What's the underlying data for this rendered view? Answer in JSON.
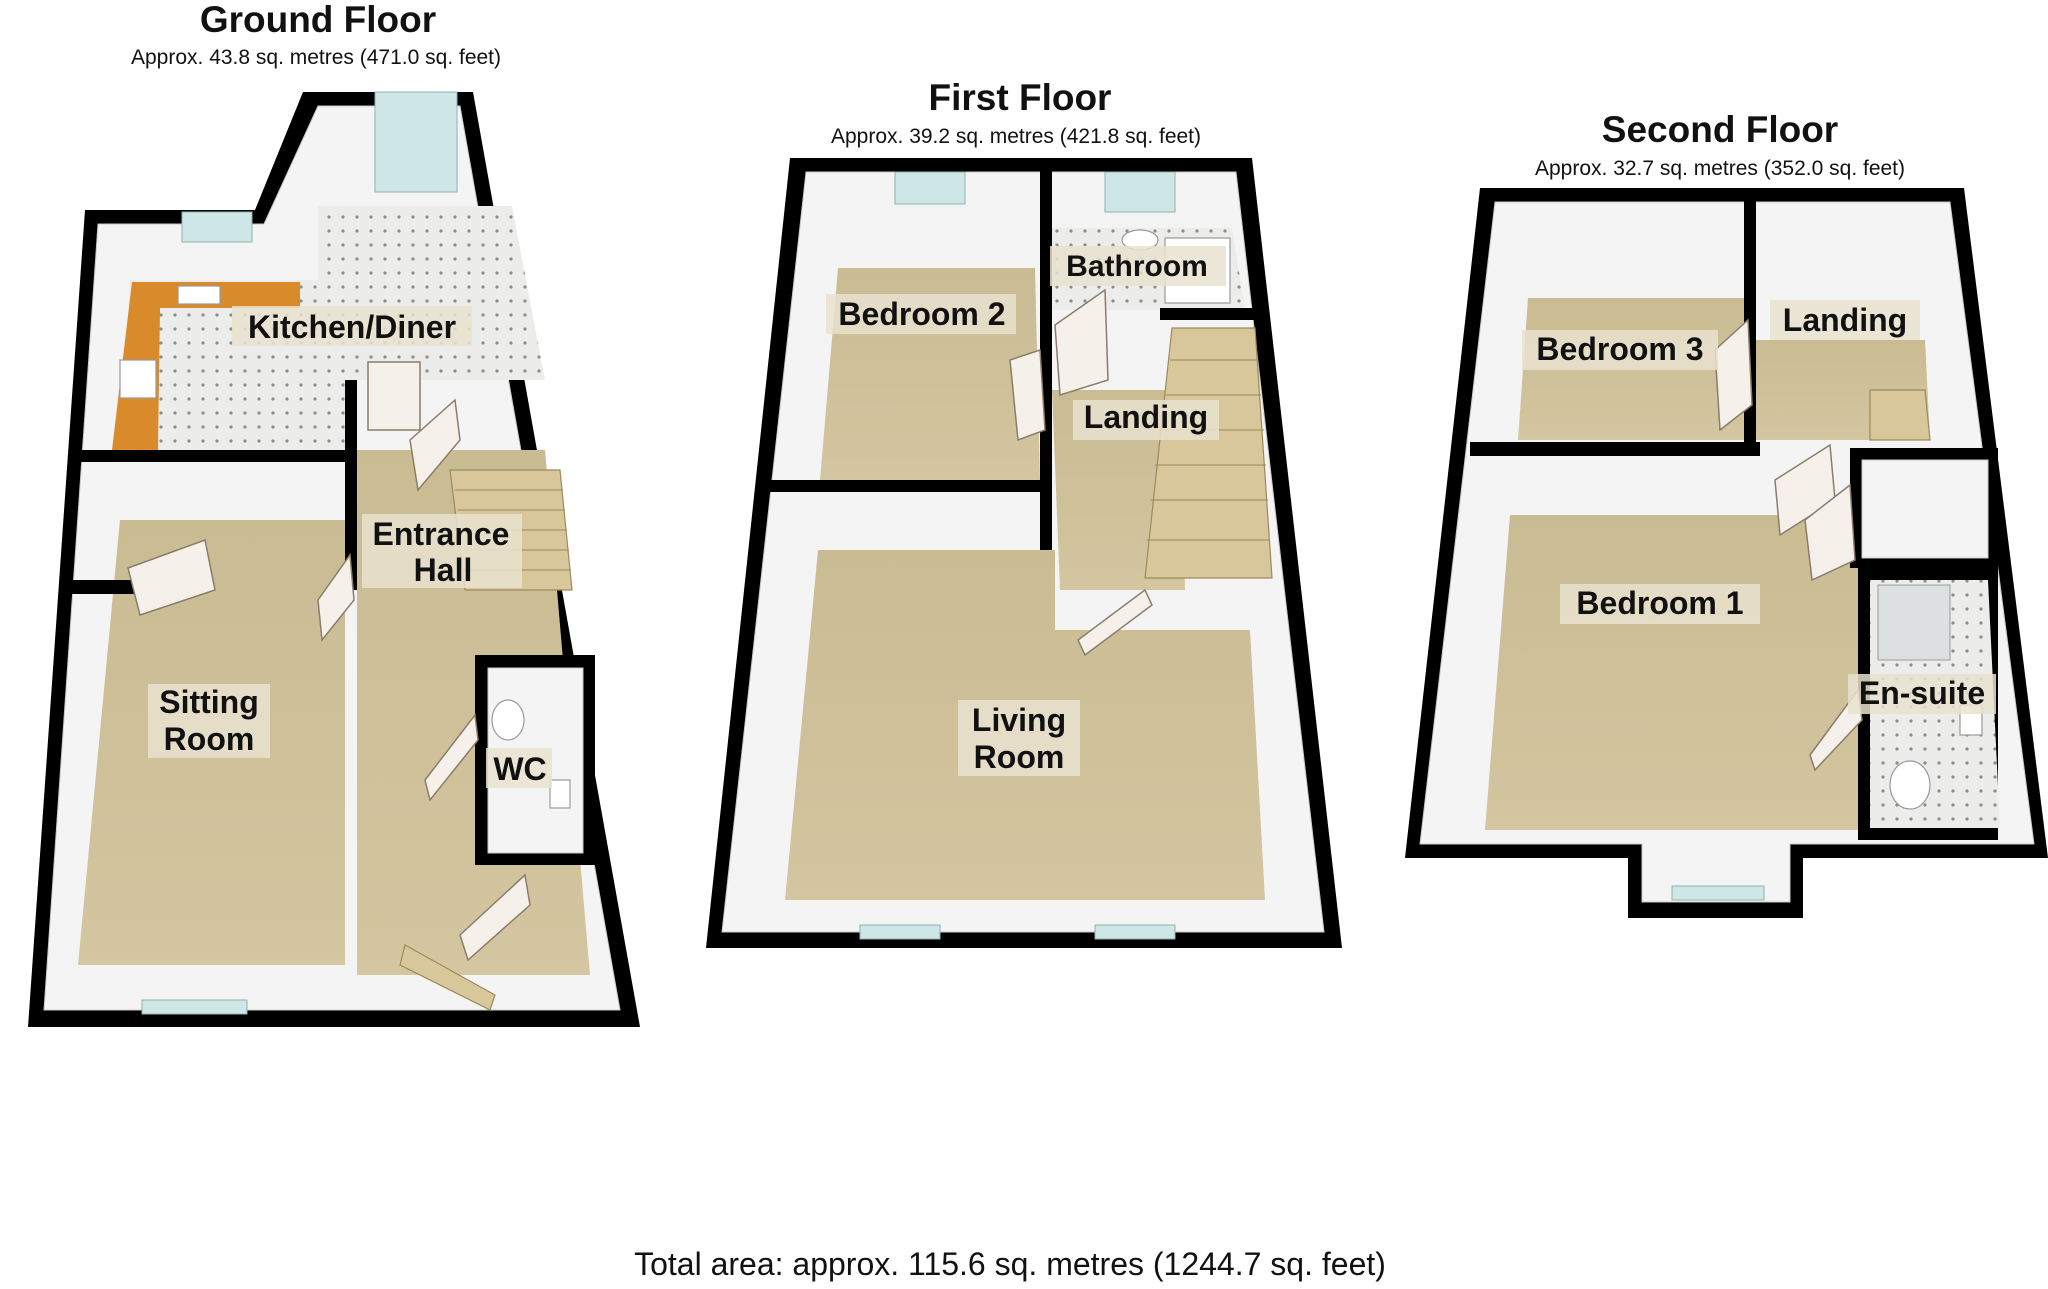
{
  "floors": [
    {
      "title": "Ground Floor",
      "area": "Approx. 43.8 sq. metres (471.0 sq. feet)",
      "rooms": [
        {
          "label_lines": [
            "Kitchen/Diner"
          ]
        },
        {
          "label_lines": [
            "Entrance",
            "Hall"
          ]
        },
        {
          "label_lines": [
            "Sitting",
            "Room"
          ]
        },
        {
          "label_lines": [
            "WC"
          ]
        }
      ]
    },
    {
      "title": "First Floor",
      "area": "Approx. 39.2 sq. metres (421.8 sq. feet)",
      "rooms": [
        {
          "label_lines": [
            "Bedroom 2"
          ]
        },
        {
          "label_lines": [
            "Bathroom"
          ]
        },
        {
          "label_lines": [
            "Landing"
          ]
        },
        {
          "label_lines": [
            "Living",
            "Room"
          ]
        }
      ]
    },
    {
      "title": "Second Floor",
      "area": "Approx. 32.7 sq. metres (352.0 sq. feet)",
      "rooms": [
        {
          "label_lines": [
            "Bedroom 3"
          ]
        },
        {
          "label_lines": [
            "Landing"
          ]
        },
        {
          "label_lines": [
            "Bedroom 1"
          ]
        },
        {
          "label_lines": [
            "En-suite"
          ]
        }
      ]
    }
  ],
  "total_area": "Total area: approx. 115.6 sq. metres (1244.7 sq. feet)",
  "colors": {
    "wall": "#000000",
    "carpet": "#cbbd94",
    "tile_floor": "#ecece8",
    "worktop": "#d98a2b",
    "stair": "#d8c79a",
    "window": "#cfe6e6"
  }
}
